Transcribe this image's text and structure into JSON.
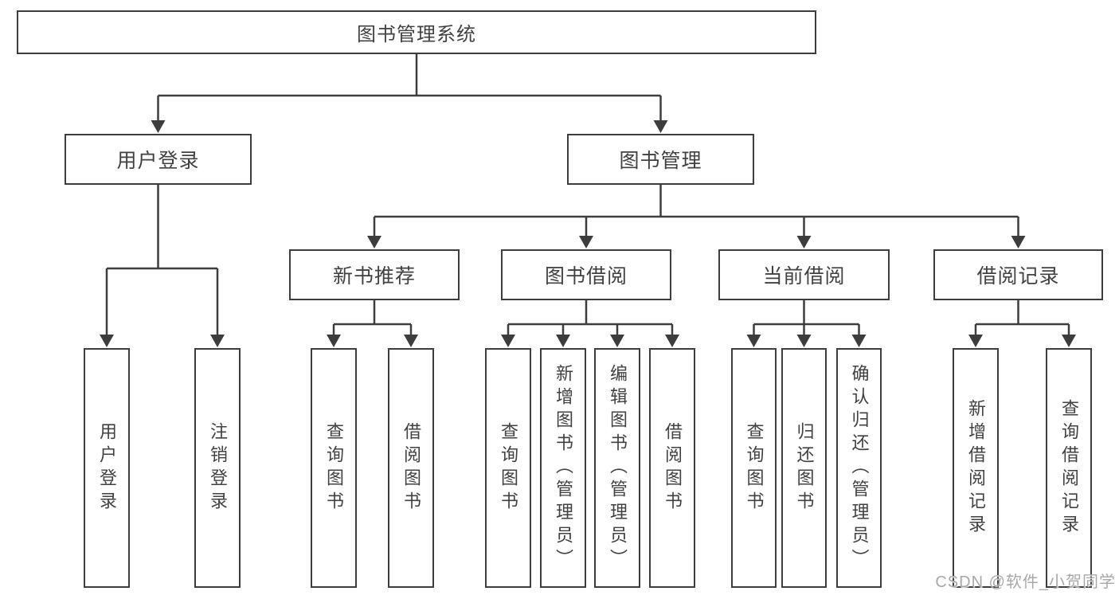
{
  "tree": {
    "root": "图书管理系统",
    "branches": [
      {
        "label": "用户登录",
        "leaves": [
          "用户登录",
          "注销登录"
        ]
      },
      {
        "label": "图书管理",
        "sections": [
          {
            "label": "新书推荐",
            "leaves": [
              "查询图书",
              "借阅图书"
            ]
          },
          {
            "label": "图书借阅",
            "leaves": [
              "查询图书",
              "新增图书（管理员）",
              "编辑图书（管理员）",
              "借阅图书"
            ]
          },
          {
            "label": "当前借阅",
            "leaves": [
              "查询图书",
              "归还图书",
              "确认归还（管理员）"
            ]
          },
          {
            "label": "借阅记录",
            "leaves": [
              "新增借阅记录",
              "查询借阅记录"
            ]
          }
        ]
      }
    ]
  },
  "watermark": "CSDN @软件_小贺同学",
  "colors": {
    "line": "#3d3d3d",
    "box_border": "#3d3d3d",
    "text": "#414141",
    "background": "#ffffff",
    "watermark": "#a8a8a8"
  }
}
